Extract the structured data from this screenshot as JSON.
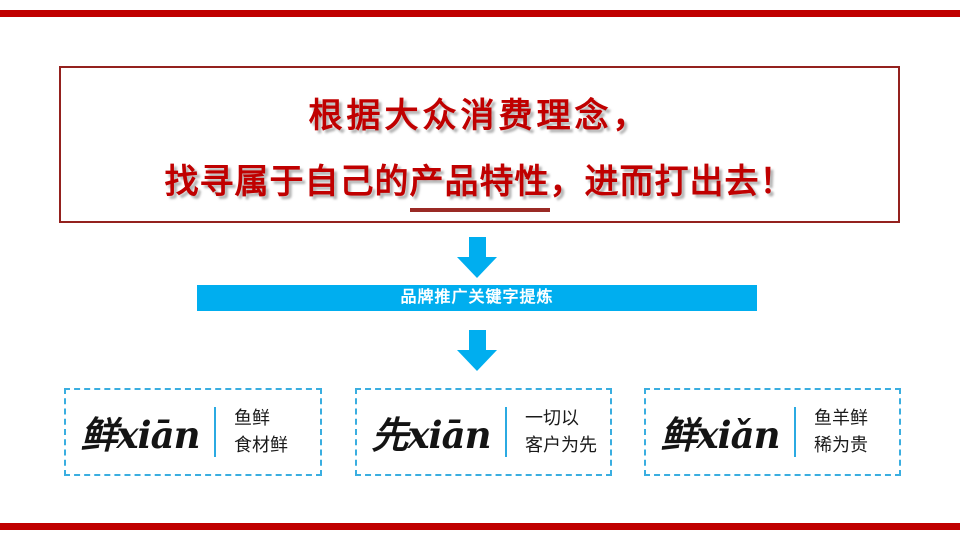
{
  "slide": {
    "colors": {
      "accent_red": "#c00000",
      "border_maroon": "#94211e",
      "accent_blue": "#00aeef",
      "dashed_border_blue": "#3aaee0",
      "text_black": "#141414"
    },
    "headline": {
      "line1": "根据大众消费理念，",
      "line2_prefix": "找寻属于自己的",
      "line2_keyword": "产品特性",
      "line2_suffix": "，进而打出去！"
    },
    "banner": {
      "label": "品牌推广关键字提炼"
    },
    "keywords": [
      {
        "calligraphy": "鲜xiān",
        "desc_lines": [
          "鱼鲜",
          "食材鲜"
        ]
      },
      {
        "calligraphy": "先xiān",
        "desc_lines": [
          "一切以",
          "客户为先"
        ]
      },
      {
        "calligraphy": "鲜xiǎn",
        "desc_lines": [
          "鱼羊鲜",
          "稀为贵"
        ]
      }
    ]
  }
}
